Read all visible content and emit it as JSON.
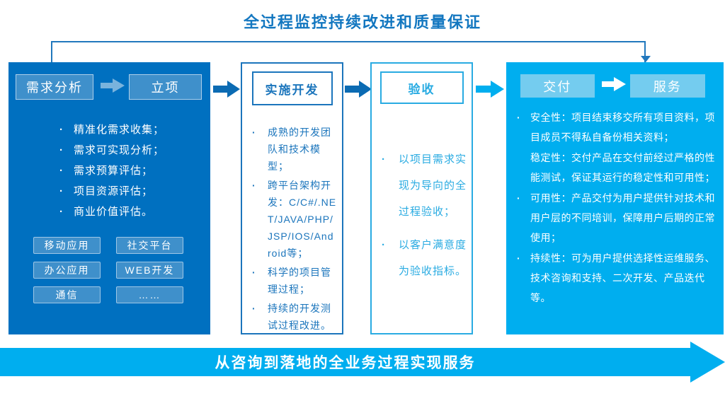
{
  "title": "全过程监控持续改进和质量保证",
  "colors": {
    "dark_blue": "#0070c0",
    "border_blue": "#1b75bc",
    "cyan": "#00aeef",
    "stage1_button": "#3f90cb",
    "stage4_button": "#74ccef"
  },
  "stage1": {
    "header_left": "需求分析",
    "header_right": "立项",
    "bullets": [
      "精准化需求收集；",
      "需求可实现分析；",
      "需求预算评估；",
      "项目资源评估；",
      "商业价值评估。"
    ],
    "tags": [
      "移动应用",
      "社交平台",
      "办公应用",
      "WEB开发",
      "通信",
      "……"
    ]
  },
  "stage2": {
    "header": "实施开发",
    "bullets": [
      "成熟的开发团队和技术模型；",
      "跨平台架构开发：C/C#/.NET/JAVA/PHP/JSP/IOS/Android等；",
      "科学的项目管理过程；",
      "持续的开发测试过程改进。"
    ]
  },
  "stage3": {
    "header": "验收",
    "bullets": [
      "以项目需求实现为导向的全过程验收；",
      "以客户满意度为验收指标。"
    ]
  },
  "stage4": {
    "header_left": "交付",
    "header_right": "服务",
    "items": [
      {
        "text": "安全性：项目结束移交所有项目资料，项目成员不得私自备份相关资料；"
      },
      {
        "text": "稳定性：交付产品在交付前经过严格的性能测试，保证其运行的稳定性和可用性；"
      },
      {
        "text": "可用性：产品交付为用户提供针对技术和用户层的不同培训，保障用户后期的正常使用；"
      },
      {
        "text": "持续性：可为用户提供选择性运维服务、技术咨询和支持、二次开发、产品迭代等。"
      }
    ]
  },
  "bottom_arrow_text": "从咨询到落地的全业务过程实现服务"
}
